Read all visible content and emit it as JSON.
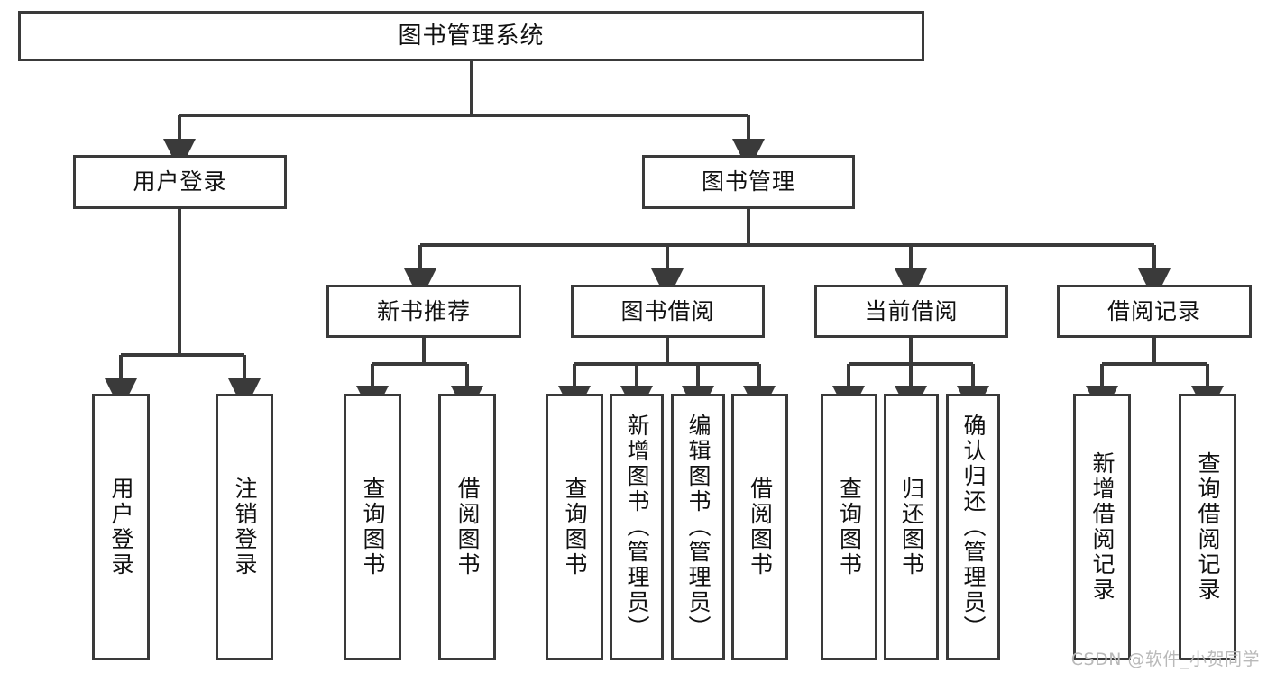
{
  "diagram": {
    "type": "tree-hierarchy-chart",
    "title": "图书管理系统",
    "stroke_color": "#3a3a3a",
    "background_color": "#ffffff",
    "text_color": "#111111",
    "root": {
      "label": "图书管理系统"
    },
    "level2": [
      {
        "label": "用户登录"
      },
      {
        "label": "图书管理"
      }
    ],
    "level3": [
      {
        "label": "新书推荐"
      },
      {
        "label": "图书借阅"
      },
      {
        "label": "当前借阅"
      },
      {
        "label": "借阅记录"
      }
    ],
    "leaves": {
      "user_login": [
        {
          "label": "用户登录"
        },
        {
          "label": "注销登录"
        }
      ],
      "new_book_recommend": [
        {
          "label": "查询图书"
        },
        {
          "label": "借阅图书"
        }
      ],
      "book_borrow": [
        {
          "label": "查询图书"
        },
        {
          "label": "新增图书（管理员）"
        },
        {
          "label": "编辑图书（管理员）"
        },
        {
          "label": "借阅图书"
        }
      ],
      "current_borrow": [
        {
          "label": "查询图书"
        },
        {
          "label": "归还图书"
        },
        {
          "label": "确认归还（管理员）"
        }
      ],
      "borrow_record": [
        {
          "label": "新增借阅记录"
        },
        {
          "label": "查询借阅记录"
        }
      ]
    }
  },
  "watermark": {
    "text": "CSDN @软件_小贺同学"
  }
}
